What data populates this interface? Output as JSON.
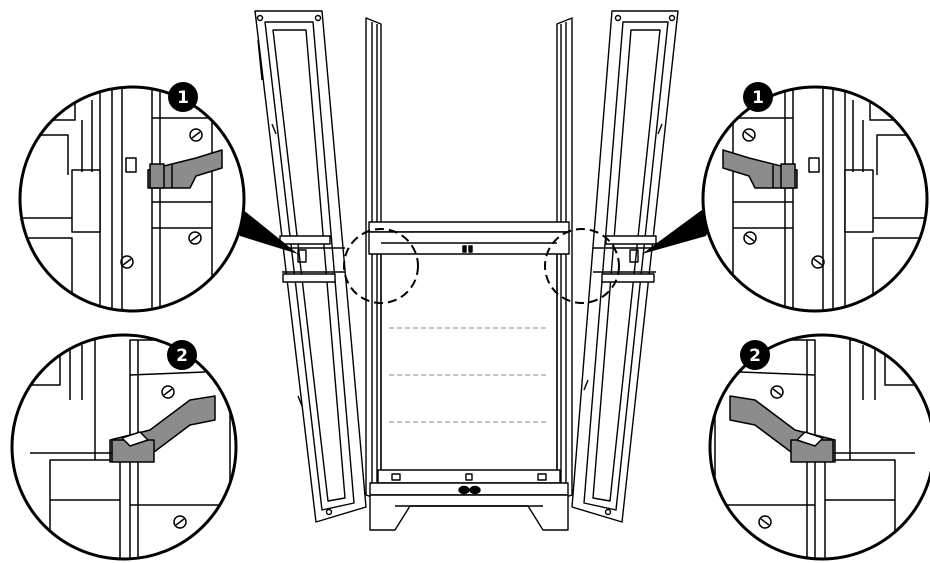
{
  "colors": {
    "line": "#000000",
    "background": "#ffffff",
    "hinge": "#8c8c8c",
    "guide": "#8a8a8a",
    "badge": "#000000",
    "badge_text": "#ffffff"
  },
  "steps": [
    {
      "id": "left-1",
      "label": "1"
    },
    {
      "id": "right-1",
      "label": "1"
    },
    {
      "id": "left-2",
      "label": "2"
    },
    {
      "id": "right-2",
      "label": "2"
    }
  ]
}
